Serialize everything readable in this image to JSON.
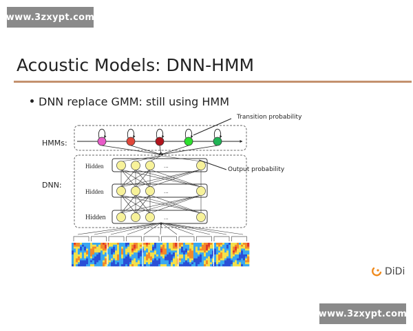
{
  "watermarks": {
    "top": "www.3zxypt.com",
    "bottom": "www.3zxypt.com"
  },
  "slide": {
    "title": "Acoustic Models: DNN-HMM",
    "bullet": "DNN replace GMM: still using HMM"
  },
  "diagram": {
    "hmms_label": "HMMs:",
    "dnn_label": "DNN:",
    "transition_label": "Transition probability",
    "output_label": "Output probability",
    "hidden_labels": [
      "Hidden",
      "Hidden",
      "Hidden"
    ],
    "ellipsis": "...",
    "state_colors": [
      "#e85bc8",
      "#e0473a",
      "#b0141c",
      "#2ee02e",
      "#20b455"
    ],
    "node_color": "#f7f29a",
    "spectrogram_colors": [
      "#2a4fd6",
      "#3aa8f0",
      "#f4e04a",
      "#f28a2a",
      "#e03a2a"
    ]
  },
  "logo": {
    "text": "DiDi",
    "icon": "didi-logo-icon",
    "color": "#f08a1c"
  }
}
